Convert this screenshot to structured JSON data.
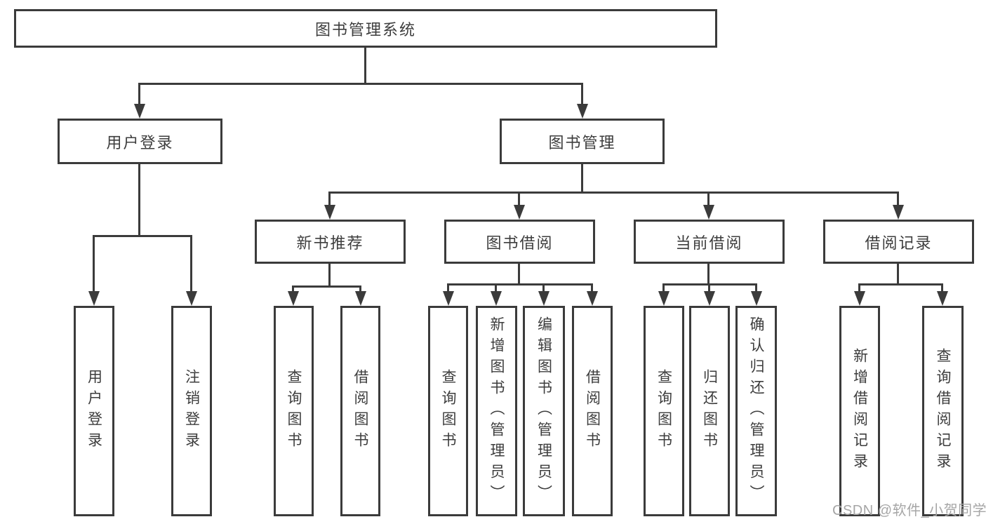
{
  "diagram": {
    "root": "图书管理系统",
    "user_login": "用户登录",
    "book_mgmt": "图书管理",
    "new_books": "新书推荐",
    "book_borrow": "图书借阅",
    "current_borrow": "当前借阅",
    "borrow_records": "借阅记录",
    "leaves": {
      "user_login_1": "用户登录",
      "user_login_2": "注销登录",
      "new_books_1": "查询图书",
      "new_books_2": "借阅图书",
      "book_borrow_1": "查询图书",
      "book_borrow_2": "新增图书（管理员）",
      "book_borrow_3": "编辑图书（管理员）",
      "book_borrow_4": "借阅图书",
      "current_borrow_1": "查询图书",
      "current_borrow_2": "归还图书",
      "current_borrow_3": "确认归还（管理员）",
      "borrow_records_1": "新增借阅记录",
      "borrow_records_2": "查询借阅记录"
    }
  },
  "watermark": "CSDN @软件_小贺同学",
  "colors": {
    "line": "#3b3b3b",
    "text": "#3d3d3d",
    "watermark": "#a6a6a6"
  }
}
